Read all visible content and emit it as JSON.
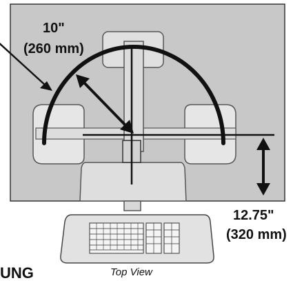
{
  "labels": {
    "reach_in": "10\"",
    "reach_mm": "(260 mm)",
    "depth_in": "12.75\"",
    "depth_mm": "(320 mm)",
    "cut_off_text": "UNG",
    "caption": "Top View"
  },
  "colors": {
    "panel": "#c8c8c8",
    "panel_stroke": "#333333",
    "fixture": "#e4e4e4",
    "fixture_stroke": "#555555",
    "ink": "#111111"
  }
}
